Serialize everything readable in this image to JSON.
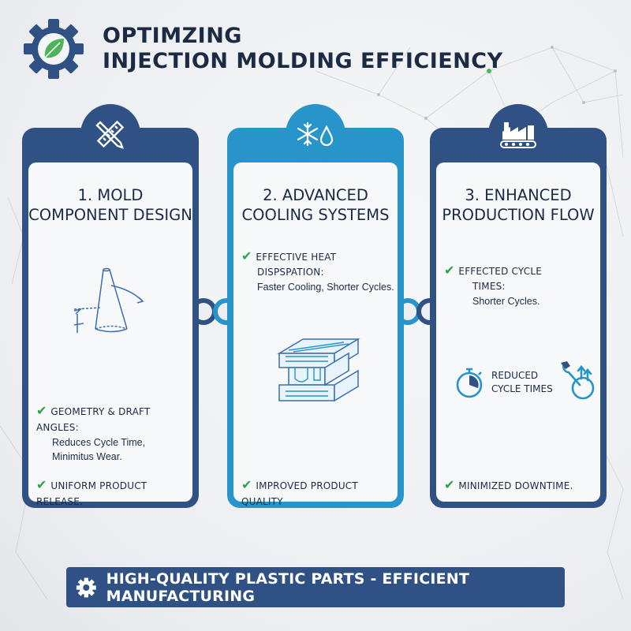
{
  "title": {
    "line1": "OPTIMZING",
    "line2": "INJECTION MOLDING EFFICIENCY"
  },
  "colors": {
    "navy": "#2f5184",
    "blue": "#2795c9",
    "check": "#2aa34a",
    "leaf": "#4fb35a"
  },
  "cards": [
    {
      "icon": "ruler-pencil-icon",
      "title_line1": "1. MOLD",
      "title_line2": "COMPONENT DESIGN",
      "diagram": "cone-draft-angle-diagram",
      "bullets": [
        {
          "head": "GEOMETRY & DRAFT ANGLES:",
          "sub1": "Reduces Cycle Time,",
          "sub2": "Minimitus Wear."
        },
        {
          "head": "UNIFORM PRODUCT RELEASE."
        }
      ]
    },
    {
      "icon": "snowflake-droplet-icon",
      "title_line1": "2. ADVANCED",
      "title_line2": "COOLING SYSTEMS",
      "diagram": "cooling-channels-block-diagram",
      "bullets": [
        {
          "head1": "EFFECTIVE HEAT",
          "head2": "DISPSPATION:",
          "sub1": "Faster Cooling, Shorter Cycles."
        },
        {
          "head": "IMPROVED PRODUCT QUALITY"
        }
      ]
    },
    {
      "icon": "factory-conveyor-icon",
      "title_line1": "3. ENHANCED",
      "title_line2": "PRODUCTION FLOW",
      "bullets": [
        {
          "head1": "EFFECTED CYCLE",
          "head2": "TIMES:",
          "sub1": "Shorter Cycles."
        },
        {
          "head": "MINIMIZED DOWNTIME."
        }
      ],
      "mini": {
        "label1": "REDUCED",
        "label2": "CYCLE TIMES",
        "left_icon": "stopwatch-icon",
        "right_icon": "wrench-gears-icon"
      }
    }
  ],
  "footer": {
    "icon": "gear-icon",
    "text": "HIGH-QUALITY PLASTIC PARTS - EFFICIENT MANUFACTURING"
  }
}
